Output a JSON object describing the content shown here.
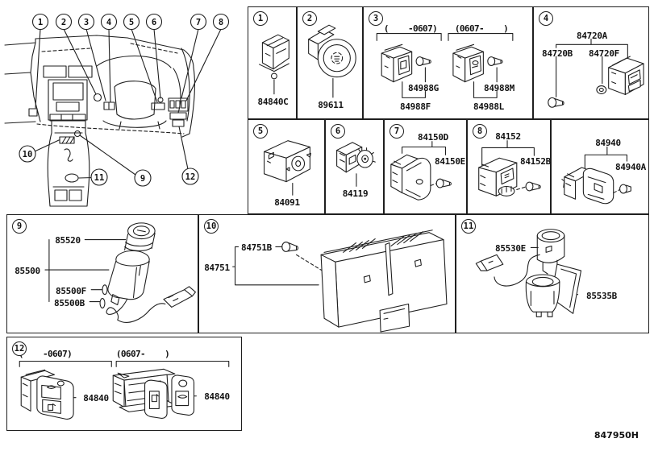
{
  "page": {
    "doc_code": "847950H"
  },
  "dashboard": {
    "callouts": [
      "1",
      "2",
      "3",
      "4",
      "5",
      "6",
      "7",
      "8",
      "9",
      "10",
      "11",
      "12"
    ]
  },
  "cells": {
    "c1": {
      "num": "1",
      "part": "84840C"
    },
    "c2": {
      "num": "2",
      "part": "89611"
    },
    "c3": {
      "num": "3",
      "range_early": "(    -0607)",
      "range_late": "(0607-    )",
      "early_screw": "84988G",
      "early_switch": "84988F",
      "late_screw": "84988M",
      "late_switch": "84988L"
    },
    "c4": {
      "num": "4",
      "assembly": "84720A",
      "screw": "84720B",
      "bulb": "84720F"
    },
    "c5": {
      "num": "5",
      "part": "84091"
    },
    "c6": {
      "num": "6",
      "part": "84119"
    },
    "c7": {
      "num": "7",
      "switch": "84150D",
      "screw": "84150E"
    },
    "c8": {
      "num": "8",
      "switch": "84152",
      "screw": "84152B"
    },
    "c8b": {
      "switch": "84940",
      "bulb": "84940A"
    },
    "c9": {
      "num": "9",
      "knob": "85520",
      "assembly": "85500",
      "part_f": "85500F",
      "part_b": "85500B"
    },
    "c10": {
      "num": "10",
      "screw": "84751B",
      "unit": "84751"
    },
    "c11": {
      "num": "11",
      "socket": "85530E",
      "holder": "85535B"
    },
    "c12": {
      "num": "12",
      "range_early": "(    -0607)",
      "range_late": "(0607-    )",
      "part_early": "84840",
      "part_late": "84840"
    }
  }
}
